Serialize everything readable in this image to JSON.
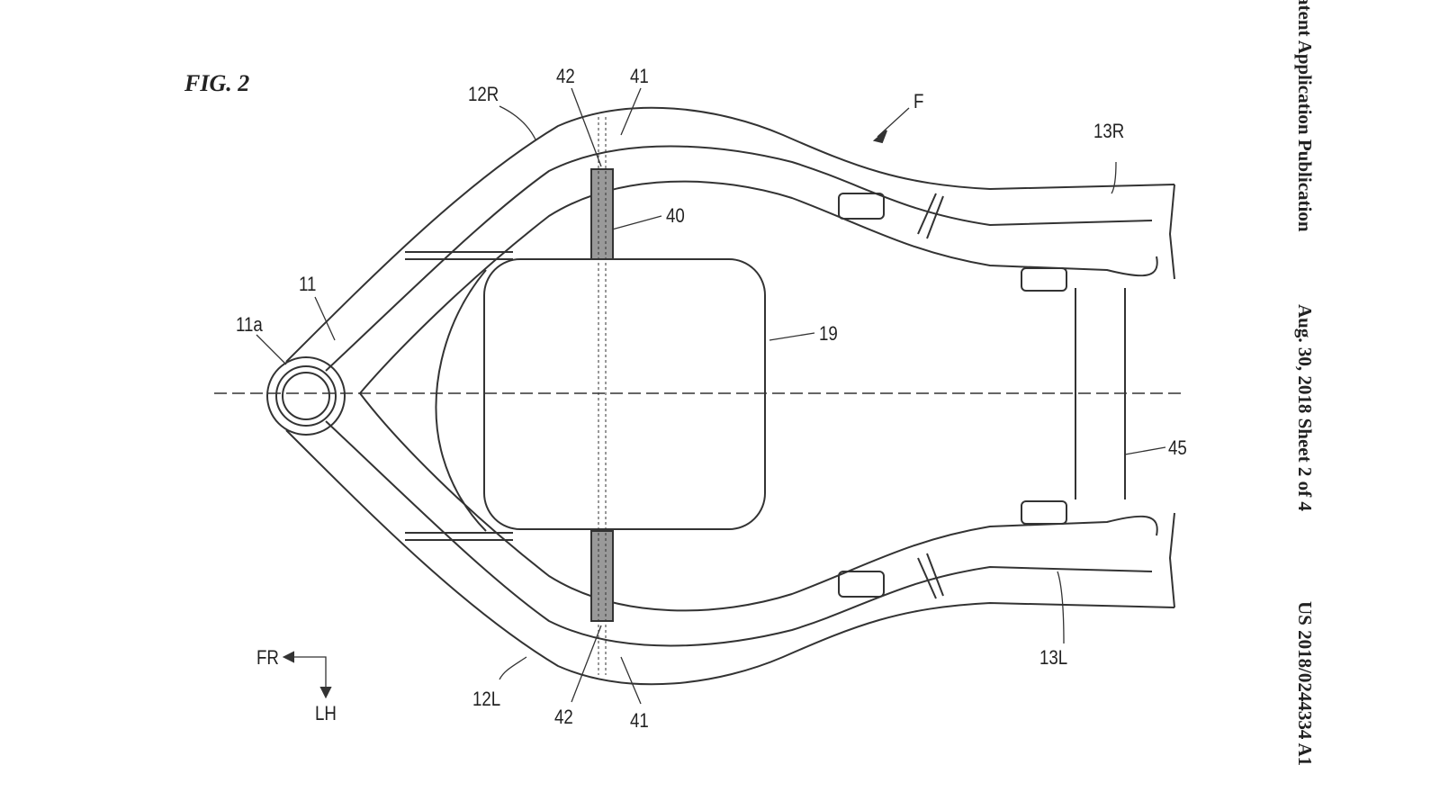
{
  "figure_title": "FIG. 2",
  "header": {
    "publication": "atent Application Publication",
    "date_sheet": "Aug. 30, 2018  Sheet 2 of 4",
    "number": "US 2018/0244334 A1"
  },
  "labels": {
    "l12R": "12R",
    "l42top": "42",
    "l41top": "41",
    "lF": "F",
    "l13R": "13R",
    "l40": "40",
    "l11": "11",
    "l11a": "11a",
    "l19": "19",
    "l45": "45",
    "l13L": "13L",
    "l12L": "12L",
    "l42bot": "42",
    "l41bot": "41",
    "lFR": "FR",
    "lLH": "LH"
  }
}
